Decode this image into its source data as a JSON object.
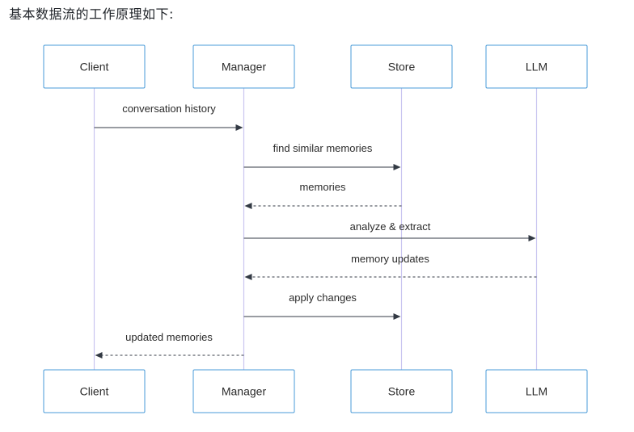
{
  "heading": "基本数据流的工作原理如下:",
  "participants": [
    {
      "id": "client",
      "label": "Client"
    },
    {
      "id": "manager",
      "label": "Manager"
    },
    {
      "id": "store",
      "label": "Store"
    },
    {
      "id": "llm",
      "label": "LLM"
    }
  ],
  "messages": [
    {
      "from": "client",
      "to": "manager",
      "label": "conversation history",
      "style": "solid"
    },
    {
      "from": "manager",
      "to": "store",
      "label": "find similar memories",
      "style": "solid"
    },
    {
      "from": "store",
      "to": "manager",
      "label": "memories",
      "style": "dashed"
    },
    {
      "from": "manager",
      "to": "llm",
      "label": "analyze & extract",
      "style": "solid"
    },
    {
      "from": "llm",
      "to": "manager",
      "label": "memory updates",
      "style": "dashed"
    },
    {
      "from": "manager",
      "to": "store",
      "label": "apply changes",
      "style": "solid"
    },
    {
      "from": "manager",
      "to": "client",
      "label": "updated memories",
      "style": "dashed"
    }
  ],
  "colors": {
    "actor_border": "#4a9bd8",
    "lifeline": "#c9c5f0",
    "arrow": "#333a44"
  }
}
